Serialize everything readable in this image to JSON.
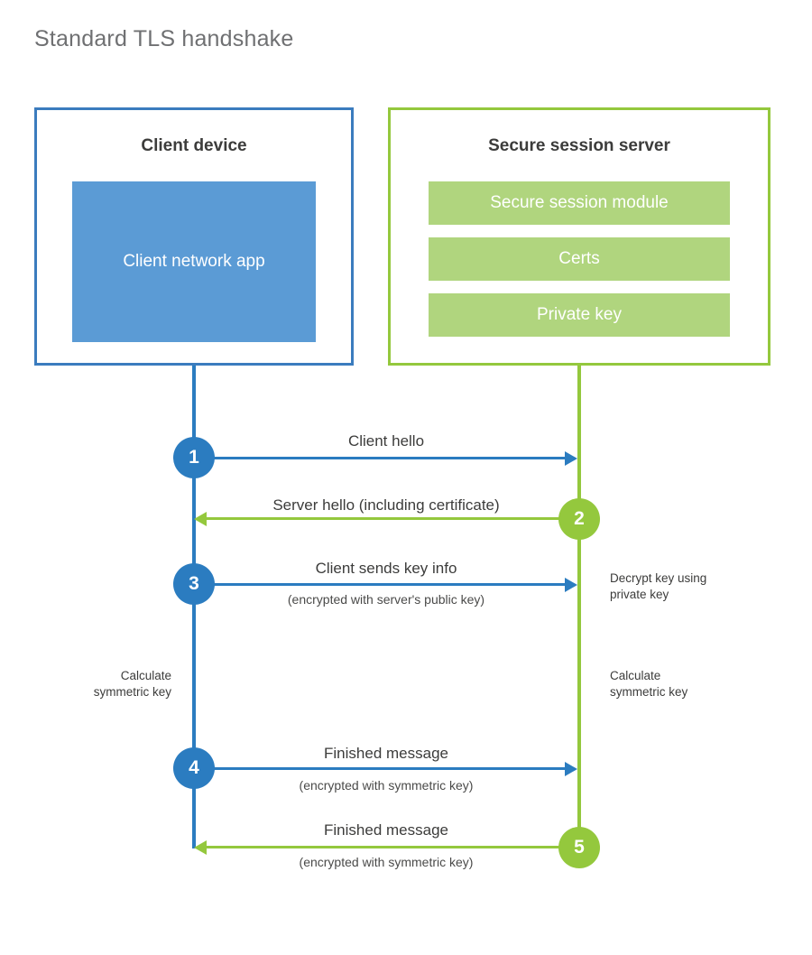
{
  "title": "Standard TLS handshake",
  "colors": {
    "client_border": "#3b7cbe",
    "client_fill": "#5b9bd5",
    "client_accent": "#2b7cc0",
    "server_border": "#94c83d",
    "server_fill": "#b0d57e",
    "server_accent": "#94c83d",
    "title_text": "#6f7072",
    "body_text": "#3c3c3b",
    "background": "#ffffff"
  },
  "client": {
    "title": "Client device",
    "app_label": "Client network app"
  },
  "server": {
    "title": "Secure session server",
    "components": [
      {
        "label": "Secure session module"
      },
      {
        "label": "Certs"
      },
      {
        "label": "Private key"
      }
    ]
  },
  "steps": [
    {
      "number": "1",
      "label": "Client hello",
      "sublabel": "",
      "direction": "client-to-server",
      "side": "client"
    },
    {
      "number": "2",
      "label": "Server hello (including certificate)",
      "sublabel": "",
      "direction": "server-to-client",
      "side": "server"
    },
    {
      "number": "3",
      "label": "Client sends key info",
      "sublabel": "(encrypted with server's public key)",
      "direction": "client-to-server",
      "side": "client"
    },
    {
      "number": "4",
      "label": "Finished message",
      "sublabel": "(encrypted with symmetric key)",
      "direction": "client-to-server",
      "side": "client"
    },
    {
      "number": "5",
      "label": "Finished message",
      "sublabel": "(encrypted with symmetric key)",
      "direction": "server-to-client",
      "side": "server"
    }
  ],
  "notes": {
    "server_decrypt": "Decrypt key using\nprivate key",
    "client_calculate": "Calculate\nsymmetric key",
    "server_calculate": "Calculate\nsymmetric key"
  }
}
